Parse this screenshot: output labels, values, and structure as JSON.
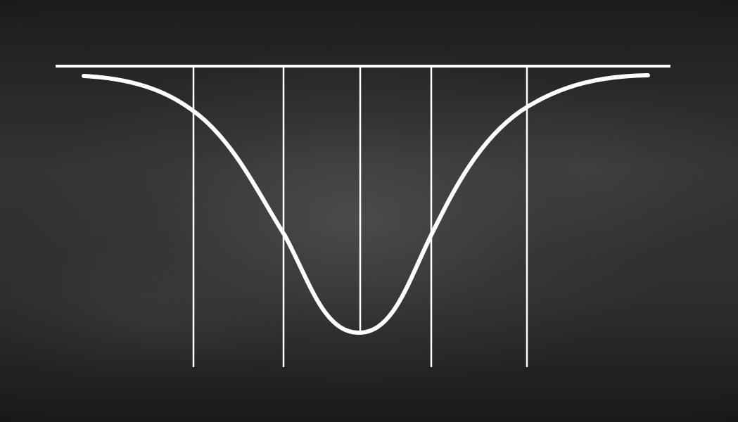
{
  "diagram": {
    "type": "normal-distribution-curve-with-dividers",
    "ink_color": "#ffffff",
    "background_color": "#2b2b2b",
    "style": "chalkboard",
    "divider_count": 5
  }
}
